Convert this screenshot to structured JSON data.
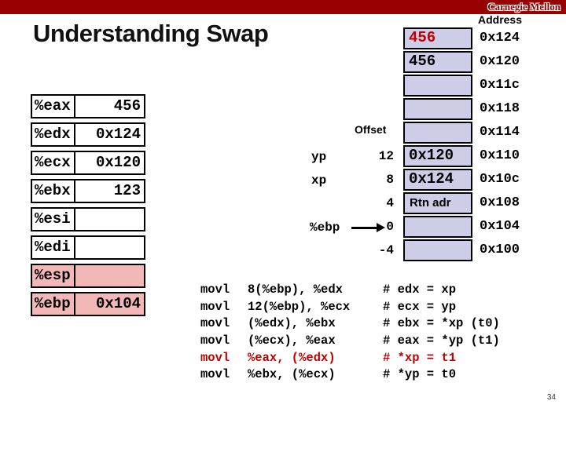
{
  "header": {
    "brand": "Carnegie Mellon"
  },
  "title": "Understanding Swap",
  "registers": {
    "rows": [
      {
        "name": "%eax",
        "value": "456",
        "highlight": false
      },
      {
        "name": "%edx",
        "value": "0x124",
        "highlight": false
      },
      {
        "name": "%ecx",
        "value": "0x120",
        "highlight": false
      },
      {
        "name": "%ebx",
        "value": "123",
        "highlight": false
      },
      {
        "name": "%esi",
        "value": "",
        "highlight": false
      },
      {
        "name": "%edi",
        "value": "",
        "highlight": false
      },
      {
        "name": "%esp",
        "value": "",
        "highlight": true
      },
      {
        "name": "%ebp",
        "value": "0x104",
        "highlight": true
      }
    ]
  },
  "memory": {
    "address_header": "Address",
    "cells": [
      {
        "value": "456",
        "address": "0x124",
        "value_red": true
      },
      {
        "value": "456",
        "address": "0x120",
        "value_red": false
      },
      {
        "value": "",
        "address": "0x11c",
        "value_red": false
      },
      {
        "value": "",
        "address": "0x118",
        "value_red": false
      },
      {
        "value": "",
        "address": "0x114",
        "value_red": false
      },
      {
        "value": "0x120",
        "address": "0x110",
        "value_red": false
      },
      {
        "value": "0x124",
        "address": "0x10c",
        "value_red": false
      },
      {
        "value": "Rtn adr",
        "address": "0x108",
        "value_red": false
      },
      {
        "value": "",
        "address": "0x104",
        "value_red": false
      },
      {
        "value": "",
        "address": "0x100",
        "value_red": false
      }
    ]
  },
  "offsets": {
    "header": "Offset",
    "yp_label": "yp",
    "xp_label": "xp",
    "ebp_label": "%ebp",
    "values": [
      "12",
      "8",
      "4",
      "0",
      "-4"
    ]
  },
  "code": {
    "lines": [
      {
        "mnemonic": "movl",
        "operands": "8(%ebp), %edx",
        "comment": "# edx = xp",
        "red": false
      },
      {
        "mnemonic": "movl",
        "operands": "12(%ebp), %ecx",
        "comment": "# ecx = yp",
        "red": false
      },
      {
        "mnemonic": "movl",
        "operands": "(%edx), %ebx",
        "comment": "# ebx = *xp (t0)",
        "red": false
      },
      {
        "mnemonic": "movl",
        "operands": "(%ecx), %eax",
        "comment": "# eax = *yp (t1)",
        "red": false
      },
      {
        "mnemonic": "movl",
        "operands": "%eax, (%edx)",
        "comment": "# *xp = t1",
        "red": true
      },
      {
        "mnemonic": "movl",
        "operands": "%ebx, (%ecx)",
        "comment": "# *yp = t0",
        "red": false
      }
    ]
  },
  "footer": {
    "page_number": "34"
  },
  "colors": {
    "band_red": "#960000",
    "highlight_red_text": "#c00000",
    "memory_cell_bg": "#cdcde8",
    "register_highlight_bg": "#f2b8b8"
  }
}
